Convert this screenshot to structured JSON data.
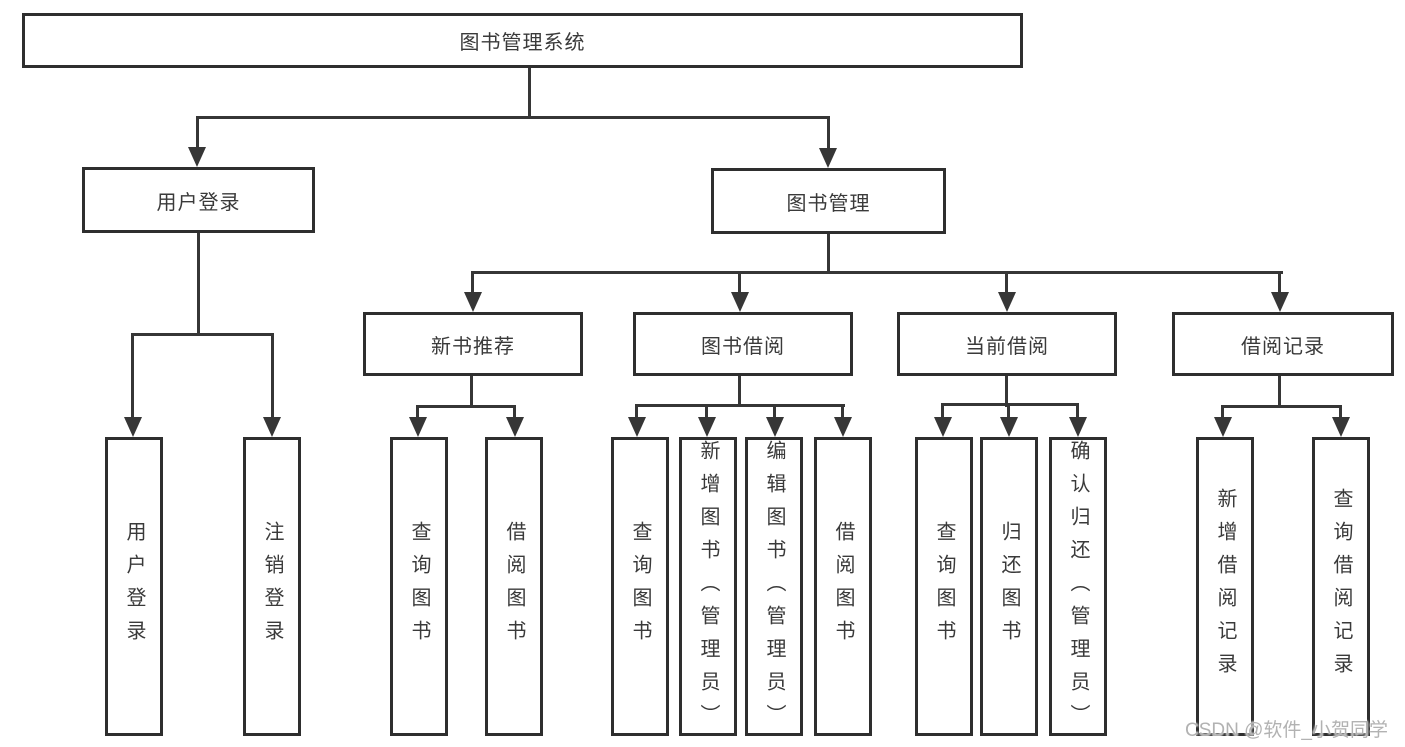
{
  "tree": {
    "root": {
      "label": "图书管理系统",
      "children": [
        {
          "label": "用户登录",
          "children": [
            {
              "label": "用户登录"
            },
            {
              "label": "注销登录"
            }
          ]
        },
        {
          "label": "图书管理",
          "children": [
            {
              "label": "新书推荐",
              "children": [
                {
                  "label": "查询图书"
                },
                {
                  "label": "借阅图书"
                }
              ]
            },
            {
              "label": "图书借阅",
              "children": [
                {
                  "label": "查询图书"
                },
                {
                  "label": "新增图书（管理员）"
                },
                {
                  "label": "编辑图书（管理员）"
                },
                {
                  "label": "借阅图书"
                }
              ]
            },
            {
              "label": "当前借阅",
              "children": [
                {
                  "label": "查询图书"
                },
                {
                  "label": "归还图书"
                },
                {
                  "label": "确认归还（管理员）"
                }
              ]
            },
            {
              "label": "借阅记录",
              "children": [
                {
                  "label": "新增借阅记录"
                },
                {
                  "label": "查询借阅记录"
                }
              ]
            }
          ]
        }
      ]
    }
  },
  "watermark": "CSDN @软件_小贺同学",
  "colors": {
    "background": "#ffffff",
    "border": "#2e2e2e",
    "line": "#363636",
    "text": "#3a3a3a",
    "watermark": "#b2b2b2"
  }
}
